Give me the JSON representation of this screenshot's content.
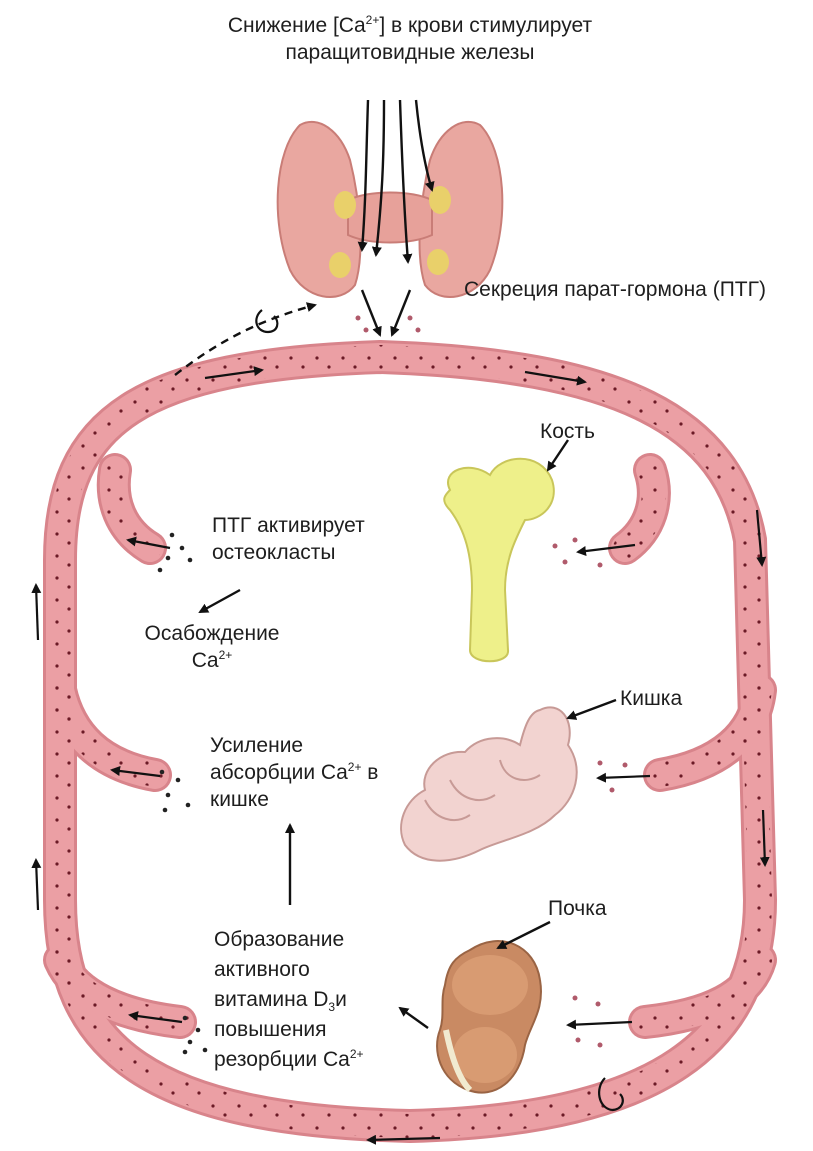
{
  "title": {
    "line1_pre": "Снижение  [Ca",
    "line1_sup": "2+",
    "line1_post": "] в крови стимулирует",
    "line2": "паращитовидные железы"
  },
  "pth_secretion": "Секреция парат-гормона (ПТГ)",
  "bone": "Кость",
  "osteoclasts": {
    "line1": "ПТГ активирует",
    "line2": "остеокласты"
  },
  "release": {
    "line1": "Осабождение",
    "line2": "Ca",
    "line2_sup": "2+"
  },
  "intestine": "Кишка",
  "absorption": {
    "line1": "Усиление",
    "line2_pre": "абсорбции Ca",
    "line2_sup": "2+",
    "line2_post": " в",
    "line3": "кишке"
  },
  "kidney": "Почка",
  "vitd": {
    "line1": "Образование",
    "line2": "активного",
    "line3_pre": "витамина D",
    "line3_sub": "3",
    "line3_post": "и",
    "line4": "повышения",
    "line5_pre": "резорбции Ca",
    "line5_sup": "2+"
  },
  "colors": {
    "vessel": "#eb9fa4",
    "vessel_edge": "#d8848b",
    "gland": "#e9a7a0",
    "bone": "#eef08a",
    "intestine": "#f2d3d0",
    "kidney": "#c98a63",
    "dot": "#6b1a26"
  }
}
